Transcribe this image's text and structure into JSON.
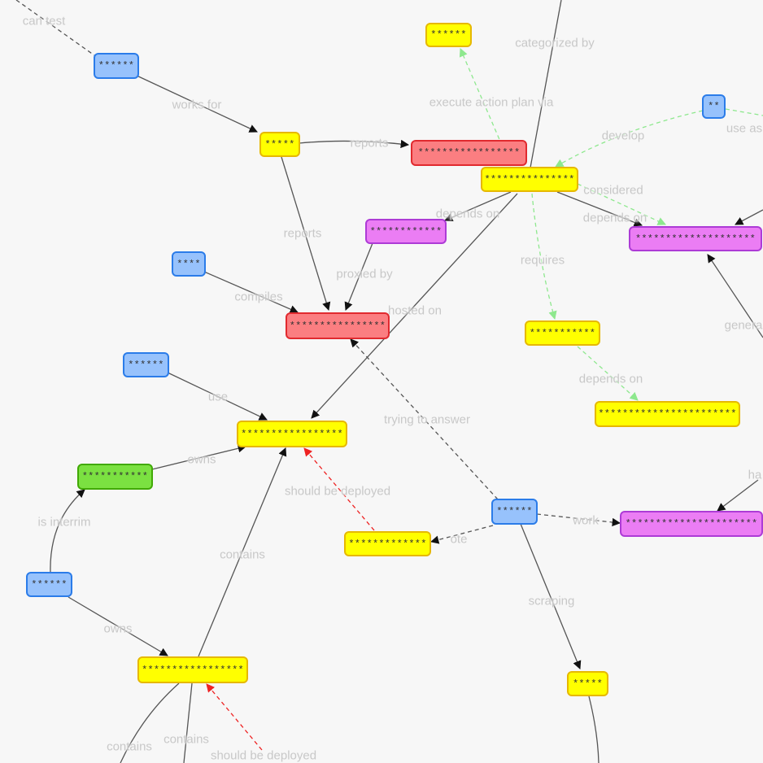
{
  "nodes": {
    "n_blue_top": {
      "label": "******",
      "color": "blue"
    },
    "n_y_top": {
      "label": "******",
      "color": "yellow"
    },
    "n_y_works": {
      "label": "*****",
      "color": "yellow"
    },
    "n_red_top": {
      "label": "*****************",
      "color": "red"
    },
    "n_y_hub": {
      "label": "***************",
      "color": "yellow"
    },
    "n_blue_small": {
      "label": "**",
      "color": "blue"
    },
    "n_purple_small": {
      "label": "************",
      "color": "purple"
    },
    "n_purple_right": {
      "label": "********************",
      "color": "purple"
    },
    "n_blue_compile": {
      "label": "****",
      "color": "blue"
    },
    "n_red_center": {
      "label": "****************",
      "color": "red"
    },
    "n_y_req": {
      "label": "***********",
      "color": "yellow"
    },
    "n_y_dep": {
      "label": "***********************",
      "color": "yellow"
    },
    "n_blue_use": {
      "label": "******",
      "color": "blue"
    },
    "n_y_center": {
      "label": "*****************",
      "color": "yellow"
    },
    "n_green": {
      "label": "***********",
      "color": "green"
    },
    "n_blue_mid": {
      "label": "******",
      "color": "blue"
    },
    "n_y_note": {
      "label": "*************",
      "color": "yellow"
    },
    "n_purple_bottom": {
      "label": "**********************",
      "color": "purple"
    },
    "n_blue_left": {
      "label": "******",
      "color": "blue"
    },
    "n_y_bottom": {
      "label": "*****************",
      "color": "yellow"
    },
    "n_y_scrape": {
      "label": "*****",
      "color": "yellow"
    }
  },
  "edge_labels": {
    "can_test": "can test",
    "categorized_by": "categorized by",
    "works_for": "works for",
    "execute_action_plan_via": "execute action plan via",
    "reports_right": "reports",
    "develop": "develop",
    "use_as": "use as",
    "considered": "considered",
    "depends_on_left": "depends on",
    "depends_on_right": "depends on",
    "reports_down": "reports",
    "requires": "requires",
    "proxied_by": "proxied by",
    "compiles": "compiles",
    "hosted_on": "hosted on",
    "genera": "genera",
    "depends_on_lower": "depends on",
    "use": "use",
    "trying_to_answer": "trying to answer",
    "owns_green": "owns",
    "should_be_deployed_mid": "should be deployed",
    "ha": "ha",
    "work": "work",
    "is_interrim": "is interrim",
    "ote": "ote",
    "contains_mid": "contains",
    "scraping": "scraping",
    "owns_left": "owns",
    "contains_b1": "contains",
    "contains_b2": "contains",
    "should_be_deployed_bottom": "should be deployed"
  },
  "colors": {
    "edge_solid": "#555555",
    "edge_dashed": "#555555",
    "edge_green": "#8ee88e",
    "edge_red": "#ee2222",
    "edge_label": "#c8c8c8"
  }
}
